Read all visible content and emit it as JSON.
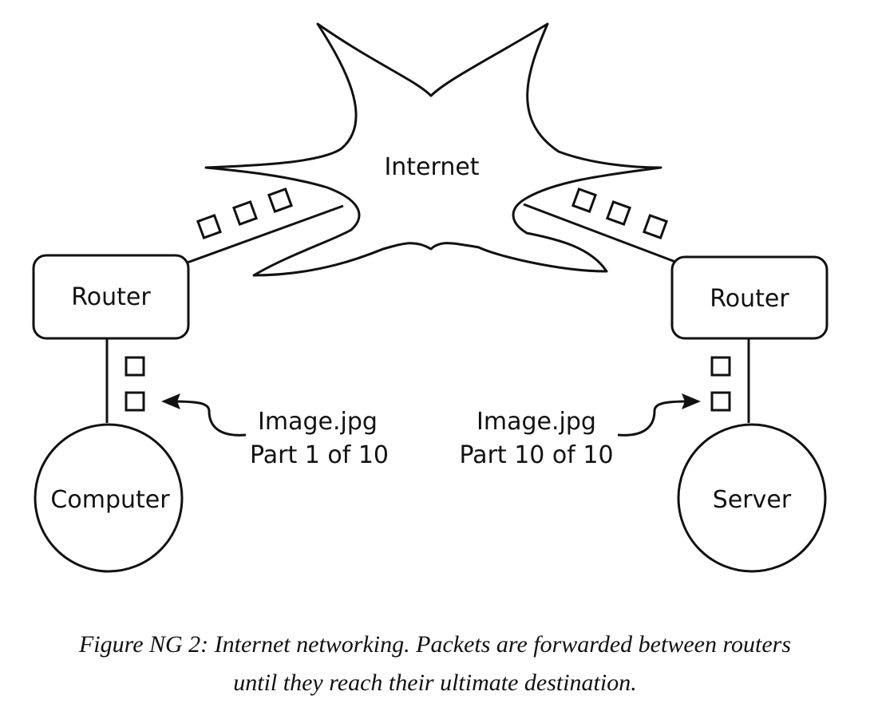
{
  "nodes": {
    "internet": "Internet",
    "router_left": "Router",
    "router_right": "Router",
    "computer": "Computer",
    "server": "Server"
  },
  "packet_labels": {
    "left": {
      "line1": "Image.jpg",
      "line2": "Part 1 of 10"
    },
    "right": {
      "line1": "Image.jpg",
      "line2": "Part 10 of 10"
    }
  },
  "caption": {
    "line1": "Figure NG 2: Internet networking. Packets are forwarded between routers",
    "line2": "until they reach their ultimate destination."
  }
}
